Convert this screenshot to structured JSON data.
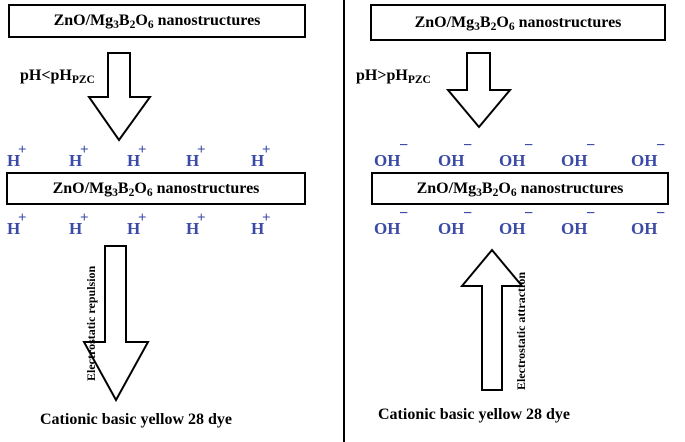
{
  "panels": {
    "left": {
      "top_box": [
        "ZnO/Mg",
        "3",
        "B",
        "2",
        "O",
        "6",
        " nanostructures"
      ],
      "condition": [
        "pH<pH",
        "PZC"
      ],
      "middle_box": [
        "ZnO/Mg",
        "3",
        "B",
        "2",
        "O",
        "6",
        " nanostructures"
      ],
      "ion_symbol": "H",
      "ion_charge": "+",
      "side_label": "Electrostatic repulsion",
      "bottom_label": "Cationic basic yellow 28 dye"
    },
    "right": {
      "top_box": [
        "ZnO/Mg",
        "3",
        "B",
        "2",
        "O",
        "6",
        " nanostructures"
      ],
      "condition": [
        "pH>pH",
        "PZC"
      ],
      "middle_box": [
        "ZnO/Mg",
        "3",
        "B",
        "2",
        "O",
        "6",
        " nanostructures"
      ],
      "ion_symbol": "OH",
      "ion_charge": "−",
      "side_label": "Electrostatic attraction",
      "bottom_label": "Cationic basic yellow 28 dye"
    }
  },
  "colors": {
    "ion": "#3b4aa6",
    "line": "#000000",
    "background": "#ffffff"
  }
}
